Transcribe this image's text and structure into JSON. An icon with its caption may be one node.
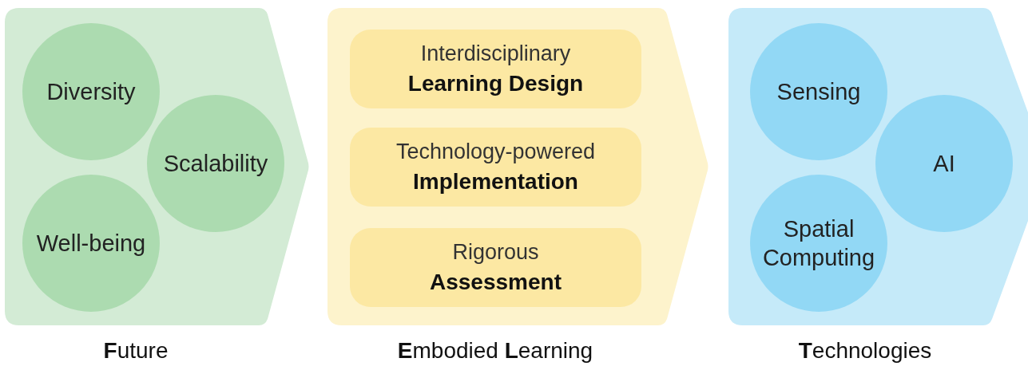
{
  "diagram": {
    "nodes": [
      {
        "text": [
          "**F**uture"
        ]
      },
      {
        "text": [
          "Diversity"
        ],
        "in": 0
      },
      {
        "text": [
          "Scalability"
        ],
        "in": 0
      },
      {
        "text": [
          "Well-being"
        ],
        "in": 0
      },
      {
        "text": [
          "**E**mbodied **L**earning"
        ]
      },
      {
        "text": [
          "Interdisciplinary",
          "Learning Design"
        ],
        "in": 4
      },
      {
        "text": [
          "Technology-powered",
          "Implementation"
        ],
        "in": 4
      },
      {
        "text": [
          "Rigorous",
          "Assessment"
        ],
        "in": 4
      },
      {
        "text": [
          "**T**echnologies"
        ]
      },
      {
        "text": [
          "Sensing"
        ],
        "in": 8
      },
      {
        "text": [
          "AI"
        ],
        "in": 8
      },
      {
        "text": [
          "Spatial Computing"
        ],
        "in": 8
      }
    ]
  }
}
